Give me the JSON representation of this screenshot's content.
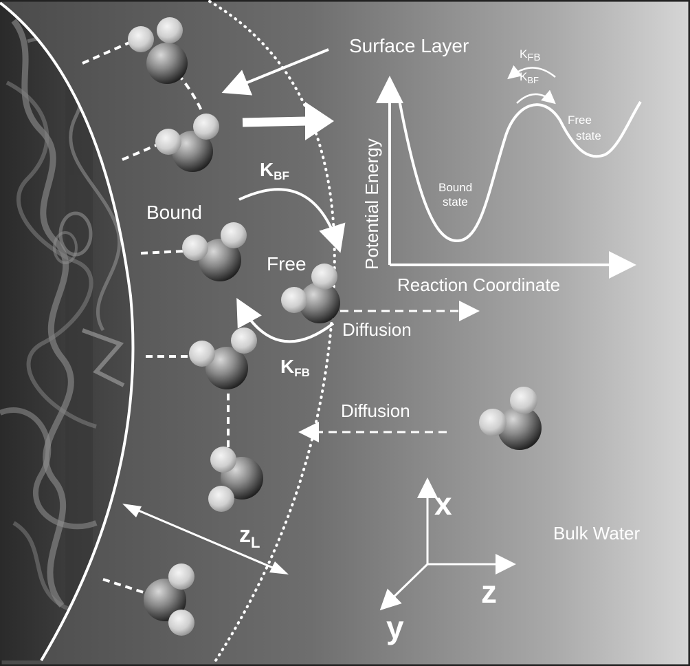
{
  "labels": {
    "surface_layer": "Surface Layer",
    "bound": "Bound",
    "free": "Free",
    "bulk_water": "Bulk Water",
    "diffusion_out": "Diffusion",
    "diffusion_in": "Diffusion",
    "zl_main": "z",
    "zl_sub": "L"
  },
  "rates": {
    "kbf_main": "K",
    "kbf_sub": "BF",
    "kfb_main": "K",
    "kfb_sub": "FB"
  },
  "inset": {
    "y_axis": "Potential Energy",
    "x_axis": "Reaction Coordinate",
    "bound_state_l1": "Bound",
    "bound_state_l2": "state",
    "free_state_l1": "Free",
    "free_state_l2": "state",
    "kfb_main": "K",
    "kfb_sub": "FB",
    "kbf_main": "K",
    "kbf_sub": "BF"
  },
  "axes": {
    "x": "x",
    "y": "y",
    "z": "z"
  }
}
